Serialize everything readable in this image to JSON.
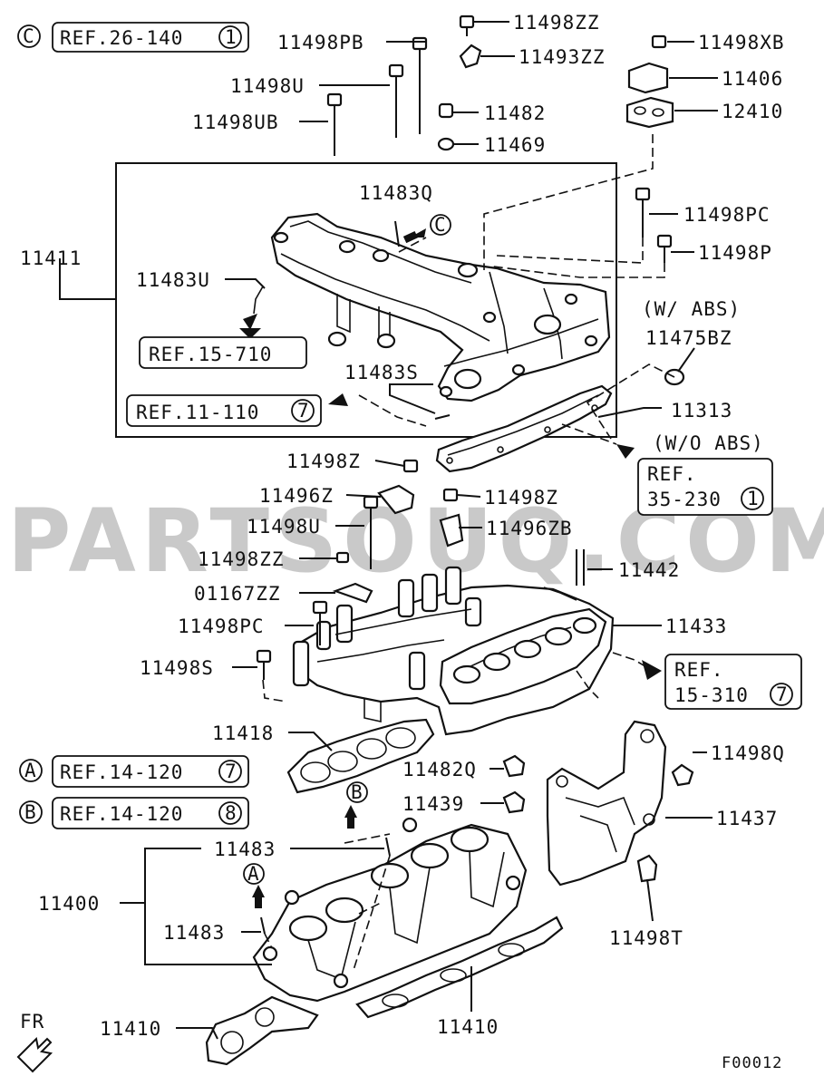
{
  "watermark": "PARTSOUQ.COM",
  "figure_code": "F00012",
  "fr_label": "FR",
  "group_label": "11411",
  "callouts": {
    "c": "C",
    "a": "A",
    "b": "B"
  },
  "refs": {
    "r26_140": "REF.26-140",
    "r26_140_n": "1",
    "r15_710": "REF.15-710",
    "r11_110": "REF.11-110",
    "r11_110_n": "7",
    "r35_230_a": "REF.",
    "r35_230_b": "35-230",
    "r35_230_n": "1",
    "r15_310_a": "REF.",
    "r15_310_b": "15-310",
    "r15_310_n": "7",
    "r14_120a": "REF.14-120",
    "r14_120a_n": "7",
    "r14_120b": "REF.14-120",
    "r14_120b_n": "8"
  },
  "notes": {
    "w_abs": "(W/ ABS)",
    "wo_abs": "(W/O ABS)"
  },
  "parts": {
    "p11498ZZ_top": "11498ZZ",
    "p11498PB": "11498PB",
    "p11493ZZ": "11493ZZ",
    "p11498XB": "11498XB",
    "p11406": "11406",
    "p11498U_top": "11498U",
    "p12410": "12410",
    "p11482": "11482",
    "p11498UB": "11498UB",
    "p11469": "11469",
    "p11483Q": "11483Q",
    "p11498PC_top": "11498PC",
    "p11498P": "11498P",
    "p11483U": "11483U",
    "p11475BZ": "11475BZ",
    "p11483S": "11483S",
    "p11313": "11313",
    "p11498Z_a": "11498Z",
    "p11496Z": "11496Z",
    "p11498Z_b": "11498Z",
    "p11498U_mid": "11498U",
    "p11496ZB": "11496ZB",
    "p11498ZZ_mid": "11498ZZ",
    "p11442": "11442",
    "p01167ZZ": "01167ZZ",
    "p11498PC_mid": "11498PC",
    "p11433": "11433",
    "p11498S": "11498S",
    "p11418": "11418",
    "p11498Q": "11498Q",
    "p11482Q": "11482Q",
    "p11439": "11439",
    "p11437": "11437",
    "p11483_a": "11483",
    "p11400": "11400",
    "p11483_b": "11483",
    "p11498T": "11498T",
    "p11410_a": "11410",
    "p11410_b": "11410"
  }
}
